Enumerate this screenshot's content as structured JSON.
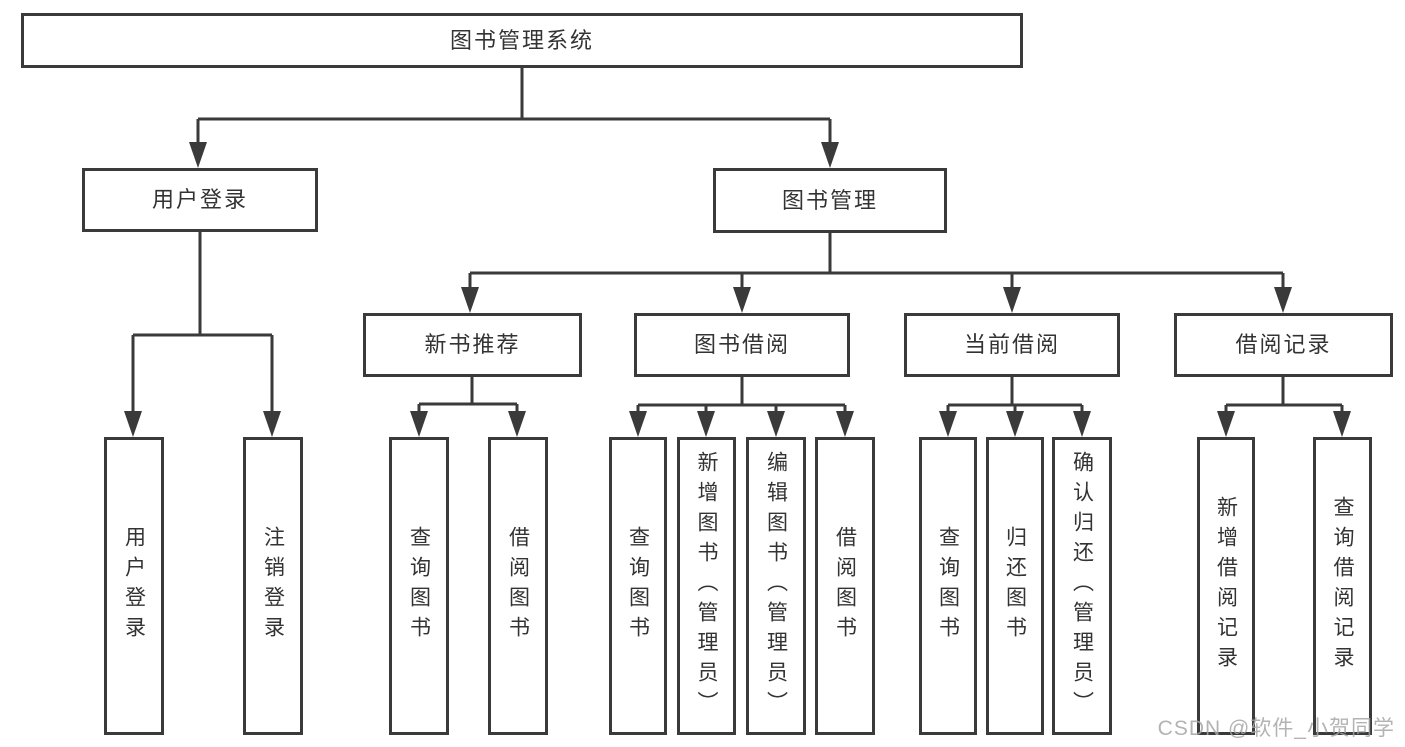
{
  "tree": {
    "root_label": "图书管理系统",
    "branches": [
      {
        "label": "用户登录",
        "children": [
          {
            "label": "用户登录"
          },
          {
            "label": "注销登录"
          }
        ]
      },
      {
        "label": "图书管理",
        "children": [
          {
            "label": "新书推荐",
            "children": [
              {
                "label": "查询图书"
              },
              {
                "label": "借阅图书"
              }
            ]
          },
          {
            "label": "图书借阅",
            "children": [
              {
                "label": "查询图书"
              },
              {
                "label": "新增图书（管理员）"
              },
              {
                "label": "编辑图书（管理员）"
              },
              {
                "label": "借阅图书"
              }
            ]
          },
          {
            "label": "当前借阅",
            "children": [
              {
                "label": "查询图书"
              },
              {
                "label": "归还图书"
              },
              {
                "label": "确认归还（管理员）"
              }
            ]
          },
          {
            "label": "借阅记录",
            "children": [
              {
                "label": "新增借阅记录"
              },
              {
                "label": "查询借阅记录"
              }
            ]
          }
        ]
      }
    ]
  },
  "watermark": "CSDN @软件_小贺同学",
  "colors": {
    "line": "#3a3a3a",
    "text": "#333333",
    "watermark": "#a6a6a6",
    "background": "#ffffff"
  }
}
